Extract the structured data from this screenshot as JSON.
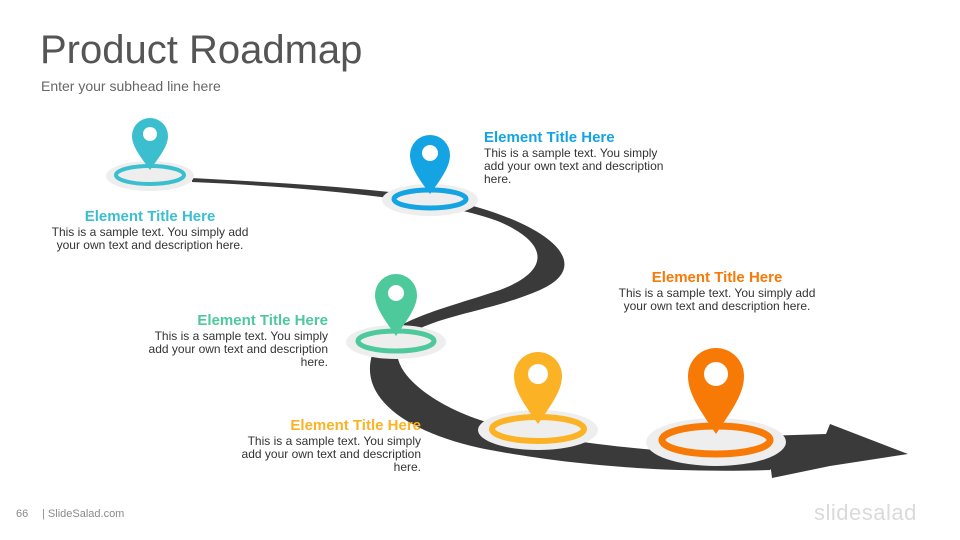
{
  "header": {
    "title": "Product Roadmap",
    "subhead": "Enter your subhead line here"
  },
  "milestones": [
    {
      "title": "Element Title Here",
      "text": "This is a sample text. You simply add your own text and description here.",
      "color": "#3bbfce"
    },
    {
      "title": "Element Title Here",
      "text": "This is a sample text. You simply add your own text and description here.",
      "color": "#14a4e4"
    },
    {
      "title": "Element Title Here",
      "text": "This is a sample text. You simply add your own text and description here.",
      "color": "#4dc99c"
    },
    {
      "title": "Element Title Here",
      "text": "This is a sample text. You simply add your own text and description here.",
      "color": "#fbb225"
    },
    {
      "title": "Element Title Here",
      "text": "This is a sample text. You simply add your own text and description here.",
      "color": "#f77a07"
    }
  ],
  "road": {
    "color": "#3a3a3a"
  },
  "footer": {
    "page_number": "66",
    "site": "| SlideSalad.com",
    "brand": "slidesalad"
  }
}
